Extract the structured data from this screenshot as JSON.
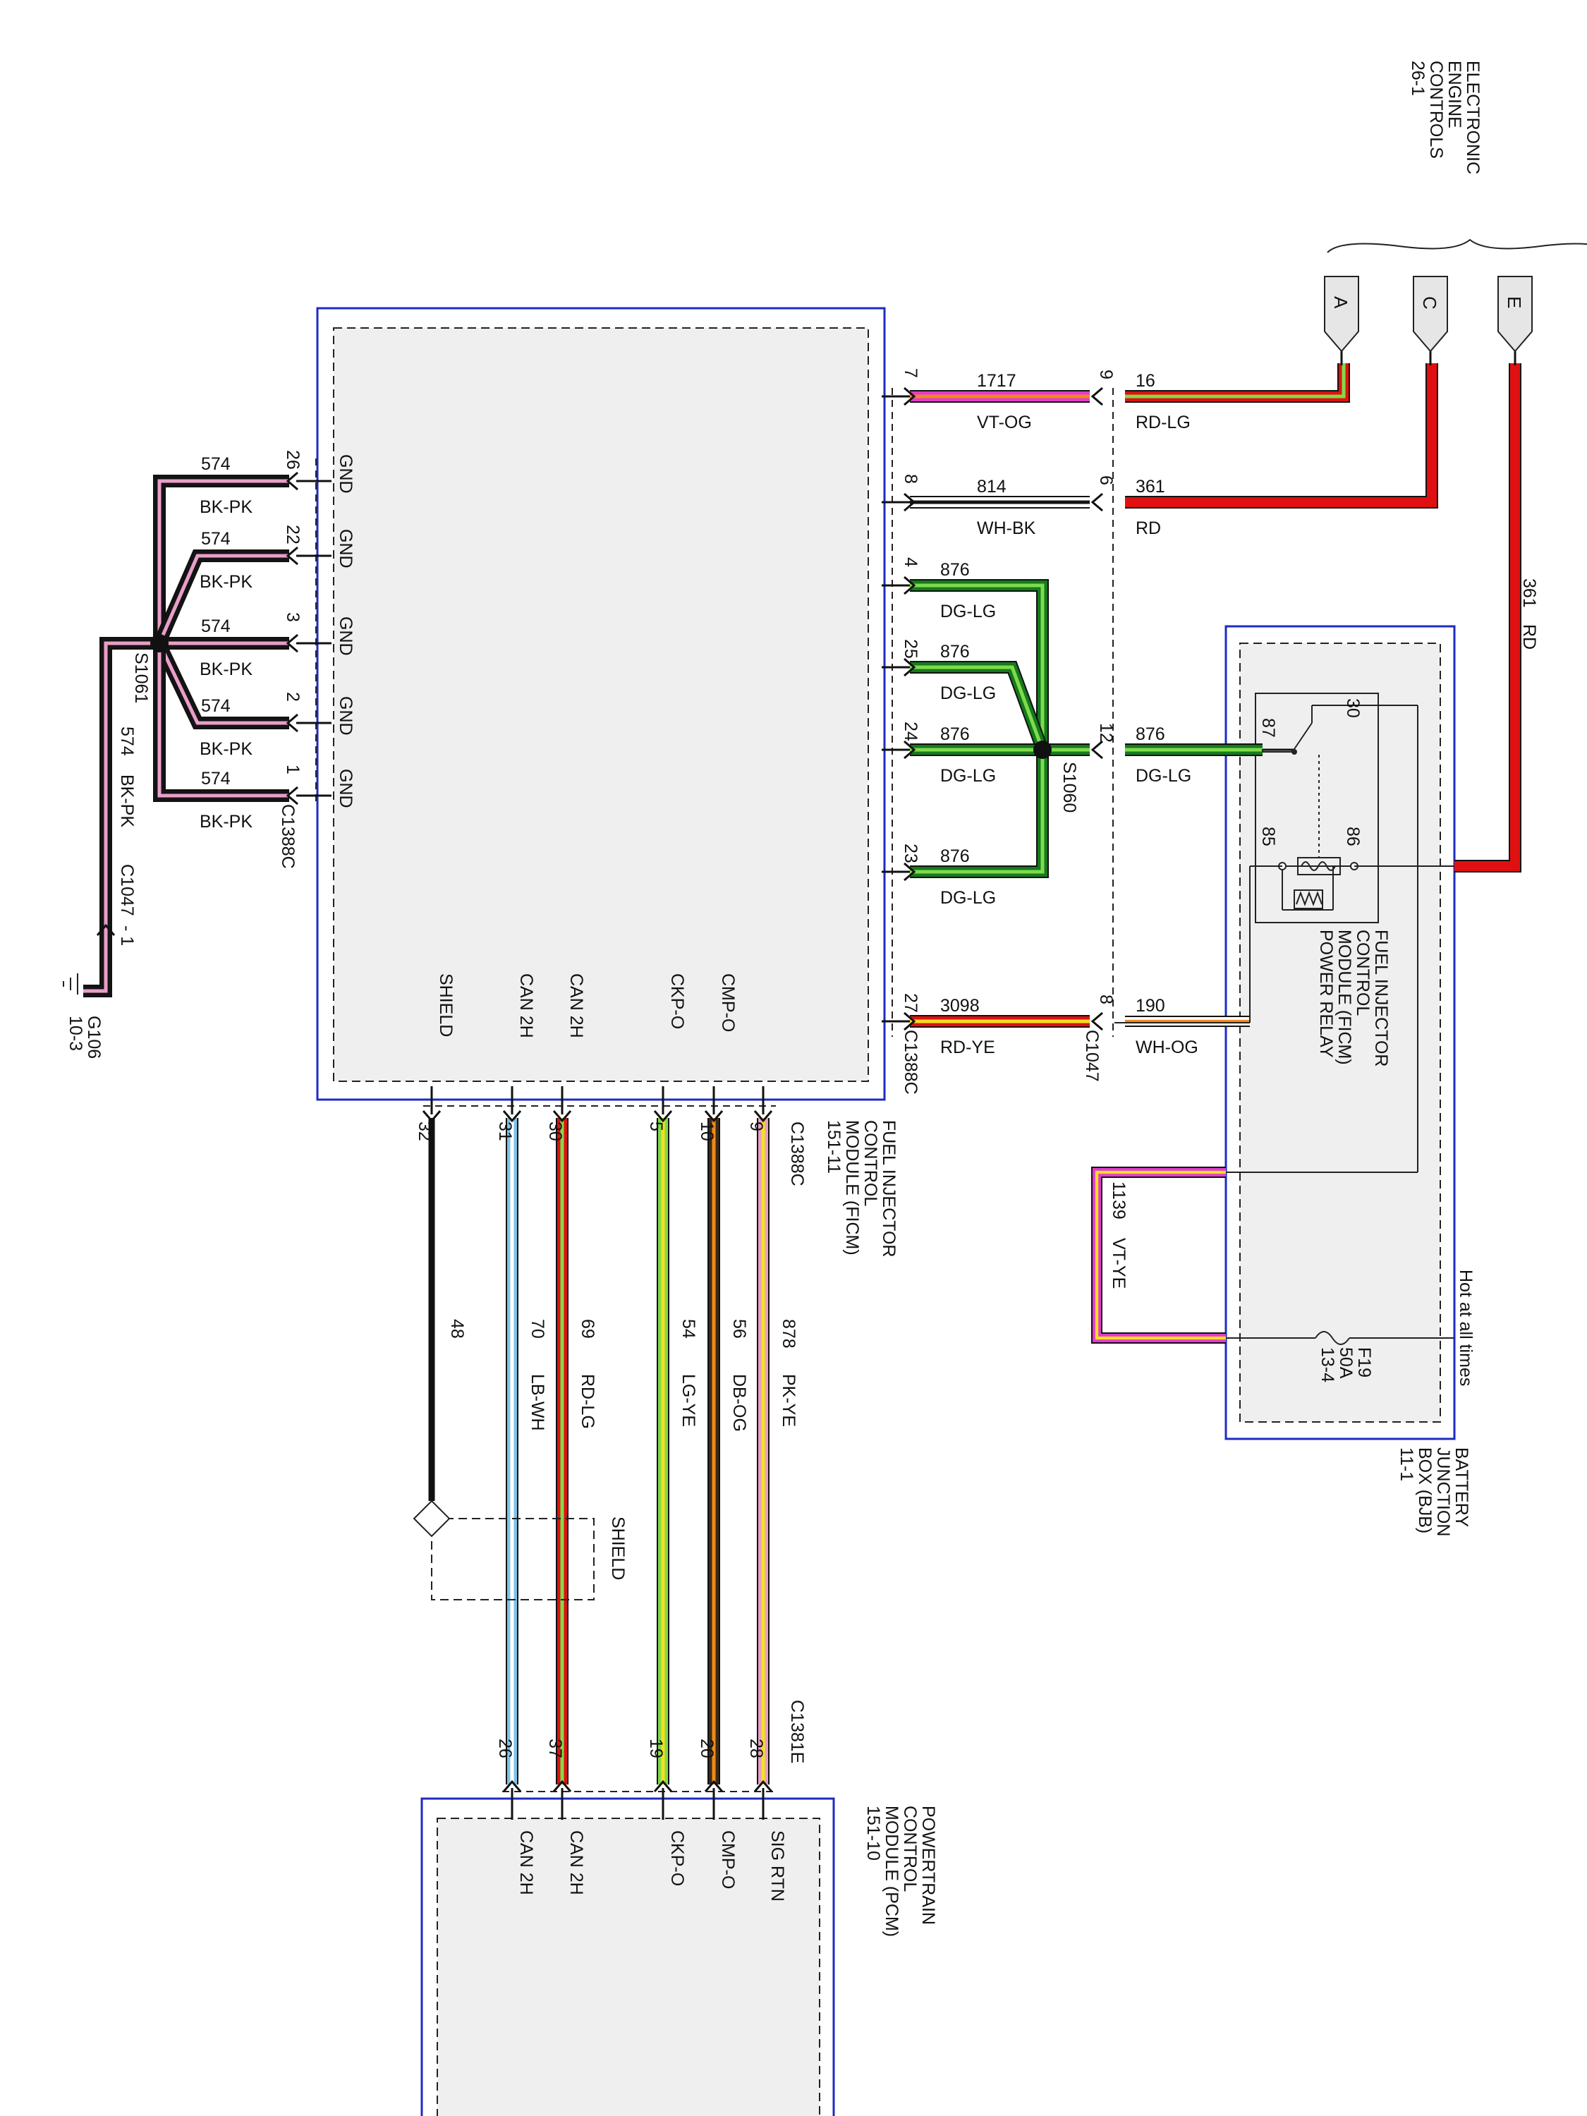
{
  "colors": {
    "border_blue": "#1d2bc4",
    "BK": "#141414",
    "PK": "#e89fc8",
    "VT": "#e23ccf",
    "OG": "#f08a1a",
    "WH": "#ffffff",
    "RD": "#e01010",
    "LG": "#7edc4a",
    "DG": "#157a1f",
    "YE": "#f5e020",
    "LB": "#7ec3e6",
    "DB": "#3a2a1a",
    "box_fill": "#efefef"
  },
  "labels": {
    "eec": [
      "ELECTRONIC",
      "ENGINE",
      "CONTROLS",
      "26-1"
    ],
    "ficm_module": [
      "FUEL INJECTOR",
      "CONTROL",
      "MODULE (FICM)",
      "151-11"
    ],
    "bjb": [
      "BATTERY",
      "JUNCTION",
      "BOX (BJB)",
      "11-1"
    ],
    "relay": [
      "FUEL INJECTOR",
      "CONTROL",
      "MODULE (FICM)",
      "POWER RELAY"
    ],
    "pcm": [
      "POWERTRAIN",
      "CONTROL",
      "MODULE (PCM)",
      "151-10"
    ],
    "hot": "Hot at all times",
    "fuse": [
      "F19",
      "50A",
      "13-4"
    ],
    "ground": [
      "G106",
      "10-3"
    ],
    "shield": "SHIELD"
  },
  "connectors": [
    {
      "id": "A",
      "wire_num": "16",
      "color_code": "RD-LG"
    },
    {
      "id": "C",
      "wire_num": "361",
      "color_code": "RD"
    },
    {
      "id": "E",
      "wire_num": "361",
      "color_code": "RD"
    }
  ],
  "right_wires": [
    {
      "pin_ficm": "7",
      "num_ficm": "1717",
      "code_ficm": "VT-OG",
      "pin_c1047": "9",
      "num_ext": "16",
      "code_ext": "RD-LG"
    },
    {
      "pin_ficm": "8",
      "num_ficm": "814",
      "code_ficm": "WH-BK",
      "pin_c1047": "6",
      "num_ext": "361",
      "code_ext": "RD"
    },
    {
      "pin_ficm": "4",
      "num_ficm": "876",
      "code_ficm": "DG-LG"
    },
    {
      "pin_ficm": "25",
      "num_ficm": "876",
      "code_ficm": "DG-LG"
    },
    {
      "pin_ficm": "24",
      "num_ficm": "876",
      "code_ficm": "DG-LG",
      "pin_c1047": "12",
      "num_ext": "876",
      "code_ext": "DG-LG"
    },
    {
      "pin_ficm": "23",
      "num_ficm": "876",
      "code_ficm": "DG-LG"
    },
    {
      "pin_ficm": "27",
      "num_ficm": "3098",
      "code_ficm": "RD-YE",
      "pin_c1047": "8",
      "num_ext": "190",
      "code_ext": "WH-OG"
    }
  ],
  "splices": {
    "right": "S1060",
    "left": "S1061"
  },
  "c1047": "C1047",
  "c1388c": "C1388C",
  "c1381e": "C1381E",
  "gnd_pins": [
    {
      "pin": "26",
      "num": "574",
      "code": "BK-PK",
      "name": "GND"
    },
    {
      "pin": "22",
      "num": "574",
      "code": "BK-PK",
      "name": "GND"
    },
    {
      "pin": "3",
      "num": "574",
      "code": "BK-PK",
      "name": "GND"
    },
    {
      "pin": "2",
      "num": "574",
      "code": "BK-PK",
      "name": "GND"
    },
    {
      "pin": "1",
      "num": "574",
      "code": "BK-PK",
      "name": "GND"
    }
  ],
  "ground_wire": {
    "num": "574",
    "code": "BK-PK",
    "connector": "C1047",
    "pin": "1"
  },
  "relay_terms": {
    "t30": "30",
    "t87": "87",
    "t85": "85",
    "t86": "86"
  },
  "wire_1139": {
    "num": "1139",
    "code": "VT-YE"
  },
  "bottom_wires": [
    {
      "sig": "SHIELD",
      "pin": "32",
      "num": "48",
      "code": "",
      "pcm_pin": "",
      "pcm_sig": ""
    },
    {
      "sig": "CAN 2H",
      "pin": "31",
      "num": "70",
      "code": "LB-WH",
      "pcm_pin": "26",
      "pcm_sig": "CAN 2H"
    },
    {
      "sig": "CAN 2H",
      "pin": "30",
      "num": "69",
      "code": "RD-LG",
      "pcm_pin": "37",
      "pcm_sig": "CAN 2H"
    },
    {
      "sig": "CKP-O",
      "pin": "5",
      "num": "54",
      "code": "LG-YE",
      "pcm_pin": "19",
      "pcm_sig": "CKP-O"
    },
    {
      "sig": "CMP-O",
      "pin": "10",
      "num": "56",
      "code": "DB-OG",
      "pcm_pin": "20",
      "pcm_sig": "CMP-O"
    },
    {
      "sig": "",
      "pin": "9",
      "num": "878",
      "code": "PK-YE",
      "pcm_pin": "28",
      "pcm_sig": "SIG RTN"
    }
  ]
}
